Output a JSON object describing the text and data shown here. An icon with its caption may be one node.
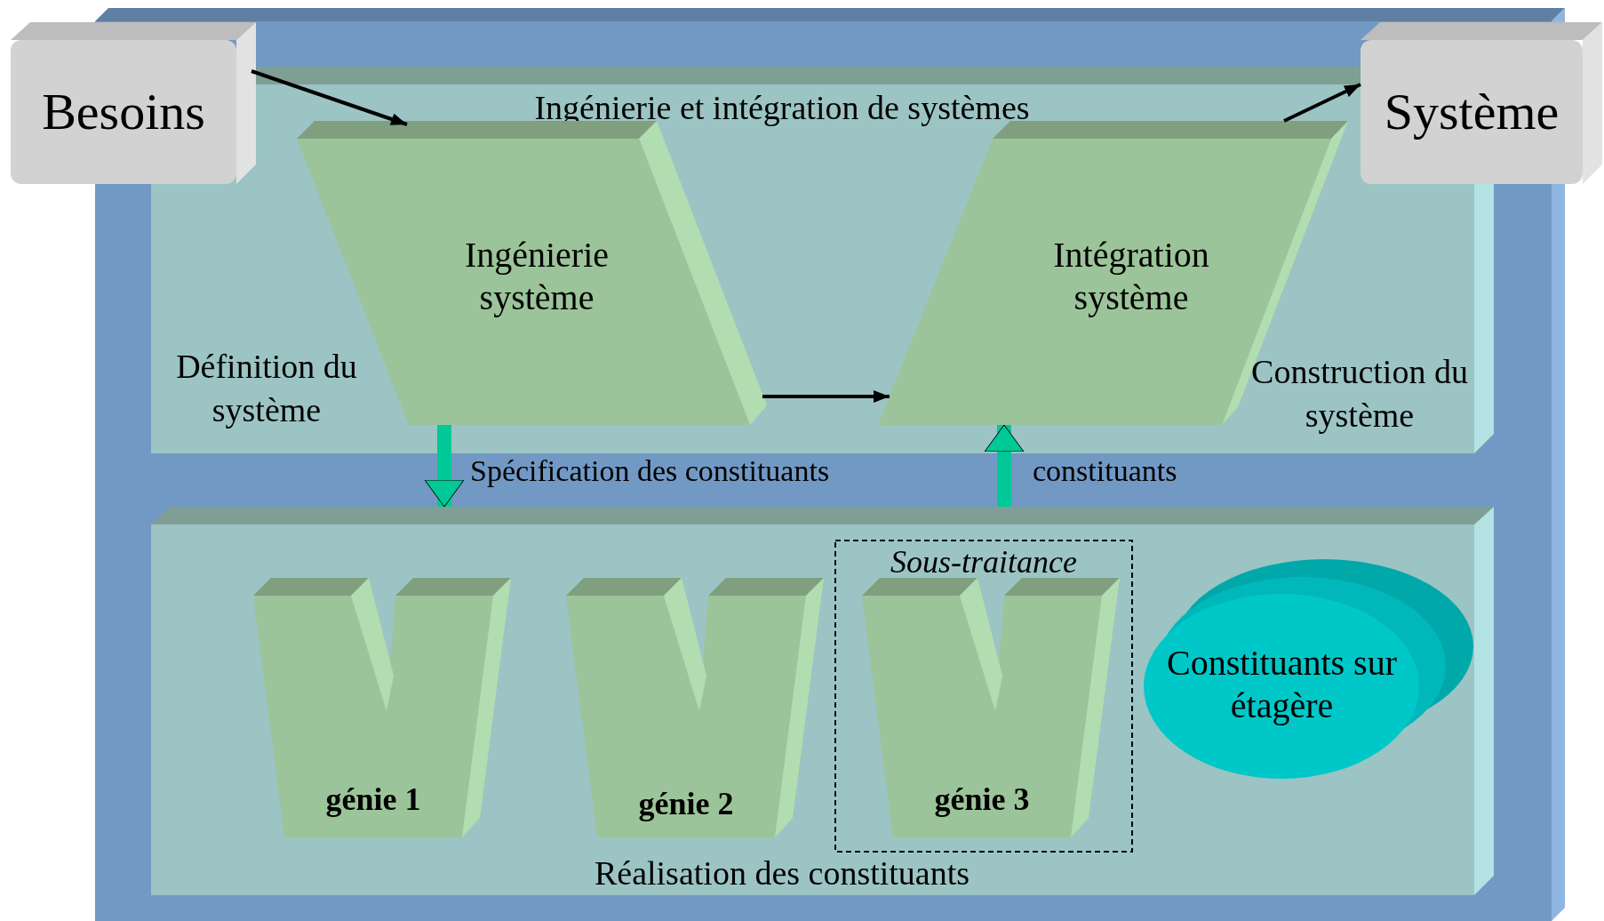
{
  "diagram": {
    "nodes": [
      {
        "text": [],
        "shape": "box"
      },
      {
        "text": [
          "Besoins"
        ]
      },
      {
        "text": [
          "Ingénierie et intégration de systèmes"
        ],
        "in": 0
      },
      {
        "text": [
          "Ingénierie système"
        ],
        "in": 2
      },
      {
        "text": [
          "Intégration système"
        ],
        "in": 2
      },
      {
        "text": [
          "Système"
        ]
      },
      {
        "text": [
          "Réalisation des constituants"
        ],
        "in": 0
      },
      {
        "text": [
          "génie 1"
        ],
        "in": 6
      },
      {
        "text": [
          "génie 2"
        ],
        "in": 6
      },
      {
        "text": [
          "Sous-traitance"
        ],
        "in": 6
      },
      {
        "text": [
          "génie 3"
        ],
        "in": 9
      },
      {
        "text": [
          "Constituants sur étagère"
        ],
        "in": 6
      }
    ],
    "edges": [
      {
        "from": 1,
        "to": 3,
        "arrow": "to"
      },
      {
        "from": 3,
        "to": 4,
        "arrow": "to"
      },
      {
        "from": 4,
        "to": 5,
        "arrow": "to"
      },
      {
        "from": 3,
        "to": 6,
        "arrow": "to",
        "label": "Spécification des constituants",
        "style": "thick",
        "color": "#00c896"
      },
      {
        "from": 6,
        "to": 4,
        "arrow": "to",
        "label": "constituants",
        "style": "thick",
        "color": "#00c896"
      }
    ],
    "labels": [
      "Définition du système",
      "Construction du système"
    ]
  }
}
